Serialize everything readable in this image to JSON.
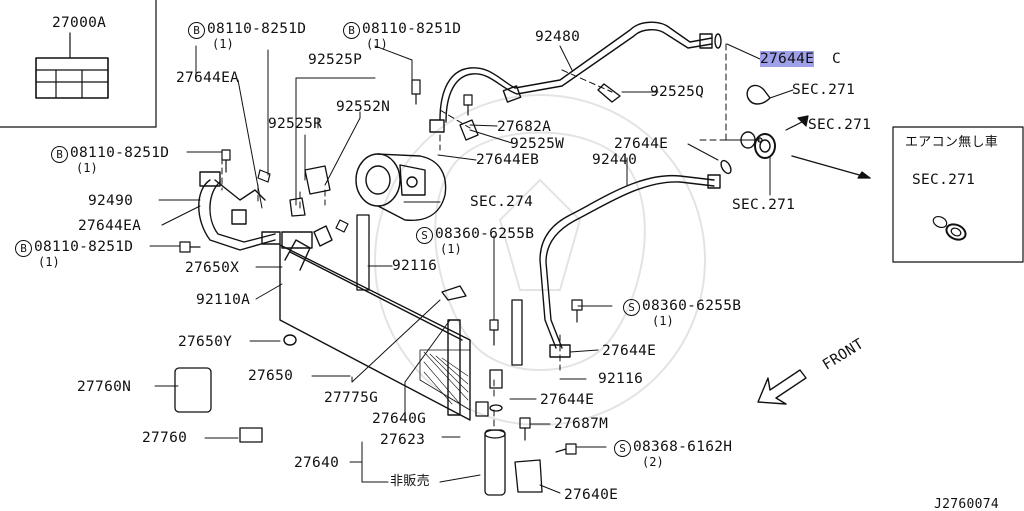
{
  "symbols": {
    "b": "B",
    "s": "S"
  },
  "labels": {
    "l27000a": "27000A",
    "bolt_a": "08110-8251D",
    "qty1": "(1)",
    "qty2": "(2)",
    "p92480": "92480",
    "ec_main": "27644E",
    "ec_suffix": "C",
    "p92525p": "92525P",
    "p27644ea": "27644EA",
    "p92525q": "92525Q",
    "sec271": "SEC.271",
    "p92552n": "92552N",
    "p92525r": "92525R",
    "p27682a": "27682A",
    "no_ac": "エアコン無し車",
    "p92525w": "92525W",
    "p27644e": "27644E",
    "p27644eb": "27644EB",
    "p92440": "92440",
    "p92490": "92490",
    "sec274": "SEC.274",
    "screw_b": "08360-6255B",
    "p92116": "92116",
    "p27650x": "27650X",
    "p92110a": "92110A",
    "p27650y": "27650Y",
    "p27650": "27650",
    "front": "FRONT",
    "p27760n": "27760N",
    "p27775g": "27775G",
    "p27640g": "27640G",
    "p27687m": "27687M",
    "p27760": "27760",
    "p27623": "27623",
    "screw_h": "08368-6162H",
    "p27640": "27640",
    "not_for_sale": "非販売",
    "p27640e": "27640E",
    "code": "J2760074"
  }
}
